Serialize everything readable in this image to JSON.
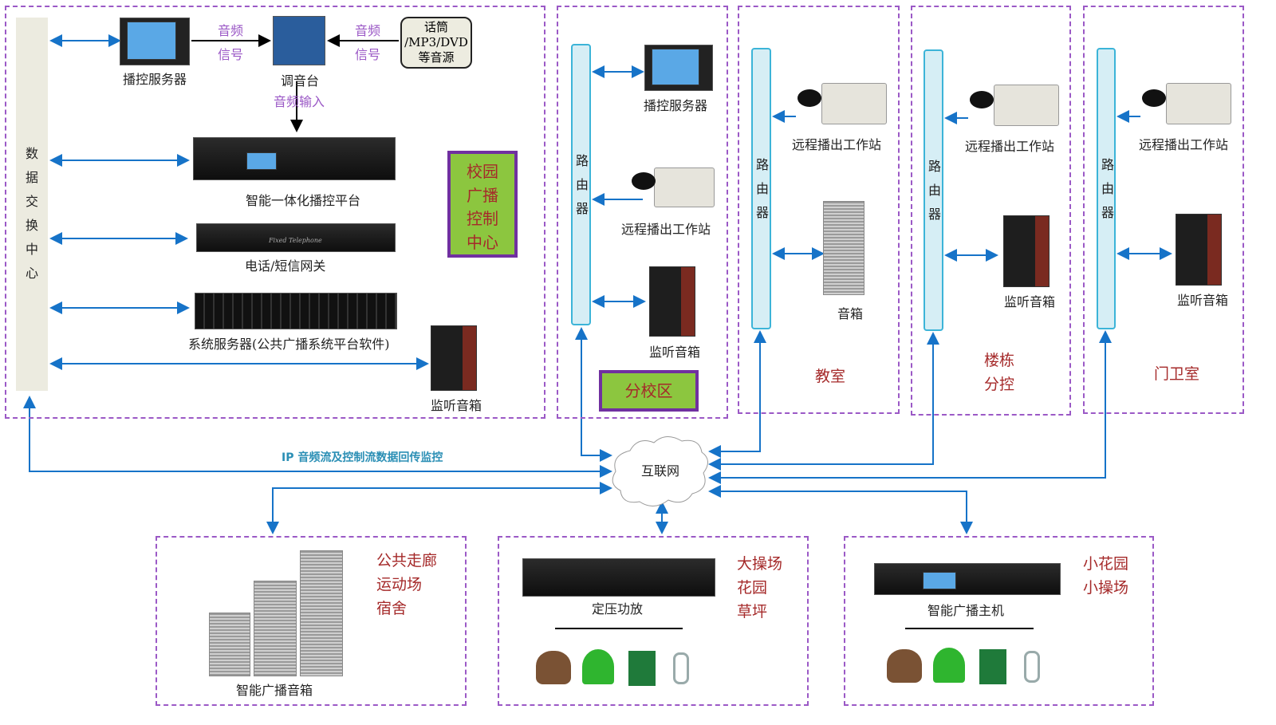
{
  "colors": {
    "arrow": "#1673c8",
    "dashed_border": "#9b59c6",
    "accent_label": "#9b59c6",
    "zone_label": "#a52a2a",
    "highlight_box": "#8cc63f"
  },
  "center": {
    "exchange": [
      "数",
      "据",
      "交",
      "换",
      "中",
      "心"
    ],
    "play_server": "播控服务器",
    "mixer": "调音台",
    "audio_signal_1": [
      "音频",
      "信号"
    ],
    "audio_signal_2": [
      "音频",
      "信号"
    ],
    "source": [
      "话筒",
      "/MP3/DVD",
      "等音源"
    ],
    "audio_input": "音频输入",
    "platform": "智能一体化播控平台",
    "gateway": "电话/短信网关",
    "gateway_brand": "Fixed Telephone",
    "system_server": "系统服务器(公共广播系统平台软件)",
    "monitor": "监听音箱",
    "title": [
      "校园",
      "广播",
      "控制",
      "中心"
    ]
  },
  "branch": {
    "router": [
      "路",
      "由",
      "器"
    ],
    "play_server": "播控服务器",
    "station": "远程播出工作站",
    "monitor": "监听音箱",
    "title": "分校区"
  },
  "classroom": {
    "router": [
      "路",
      "由",
      "器"
    ],
    "station": "远程播出工作站",
    "speaker": "音箱",
    "title": "教室"
  },
  "building": {
    "router": [
      "路",
      "由",
      "器"
    ],
    "station": "远程播出工作站",
    "monitor": "监听音箱",
    "title": [
      "楼栋",
      "分控"
    ]
  },
  "gate": {
    "router": [
      "路",
      "由",
      "器"
    ],
    "station": "远程播出工作站",
    "monitor": "监听音箱",
    "title": "门卫室"
  },
  "network": {
    "ip_label": "IP 音频流及控制流数据回传监控",
    "internet": "互联网"
  },
  "zones": [
    {
      "device": "智能广播音箱",
      "places": [
        "公共走廊",
        "运动场",
        "宿舍"
      ]
    },
    {
      "device": "定压功放",
      "places": [
        "大操场",
        "花园",
        "草坪"
      ]
    },
    {
      "device": "智能广播主机",
      "places": [
        "小花园",
        "小操场"
      ]
    }
  ]
}
